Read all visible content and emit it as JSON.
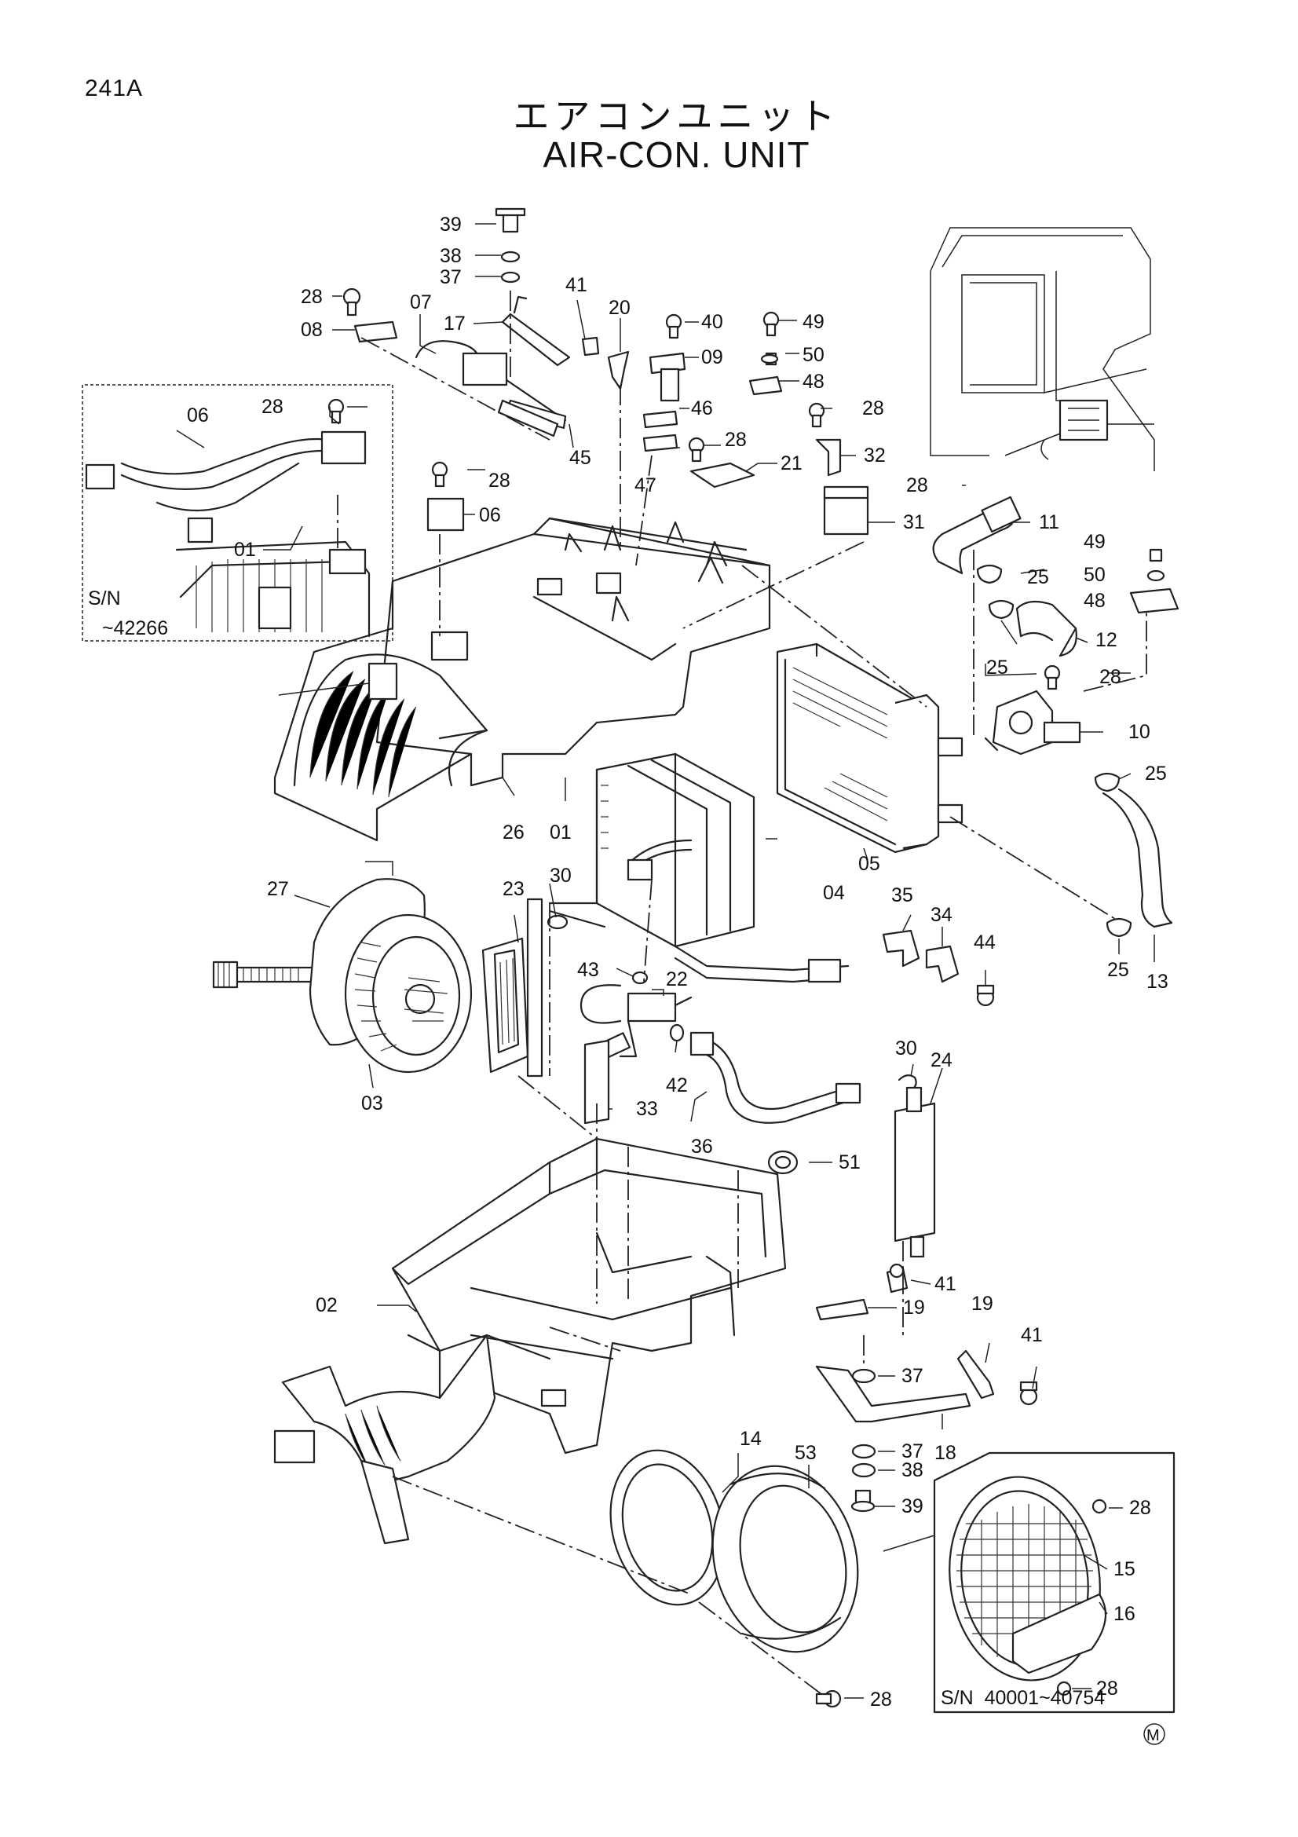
{
  "header": {
    "page_code": "241A",
    "title_jp": "エアコンユニット",
    "title_en": "AIR-CON. UNIT"
  },
  "serial_notes": {
    "inset_left_line1": "S/N",
    "inset_left_line2": "~42266",
    "inset_right": "S/N  40001~40754"
  },
  "mark": "M",
  "callouts": {
    "c01a": "01",
    "c01b": "01",
    "c02": "02",
    "c03": "03",
    "c04": "04",
    "c05": "05",
    "c06a": "06",
    "c06b": "06",
    "c07": "07",
    "c08": "08",
    "c09": "09",
    "c10": "10",
    "c11": "11",
    "c12": "12",
    "c13": "13",
    "c14": "14",
    "c15": "15",
    "c16": "16",
    "c17": "17",
    "c18": "18",
    "c19a": "19",
    "c19b": "19",
    "c20": "20",
    "c21": "21",
    "c22": "22",
    "c23": "23",
    "c24": "24",
    "c25a": "25",
    "c25b": "25",
    "c25c": "25",
    "c25d": "25",
    "c26": "26",
    "c27": "27",
    "c28a": "28",
    "c28b": "28",
    "c28c": "28",
    "c28d": "28",
    "c28e": "28",
    "c28f": "28",
    "c28g": "28",
    "c28h": "28",
    "c28i": "28",
    "c28j": "28",
    "c30a": "30",
    "c30b": "30",
    "c31": "31",
    "c32": "32",
    "c33": "33",
    "c34": "34",
    "c35": "35",
    "c36": "36",
    "c37a": "37",
    "c37b": "37",
    "c37c": "37",
    "c38a": "38",
    "c38b": "38",
    "c39a": "39",
    "c39b": "39",
    "c40": "40",
    "c41a": "41",
    "c41b": "41",
    "c41c": "41",
    "c42": "42",
    "c43": "43",
    "c44": "44",
    "c45": "45",
    "c46": "46",
    "c47": "47",
    "c48a": "48",
    "c48b": "48",
    "c49a": "49",
    "c49b": "49",
    "c50a": "50",
    "c50b": "50",
    "c51": "51",
    "c53": "53"
  }
}
